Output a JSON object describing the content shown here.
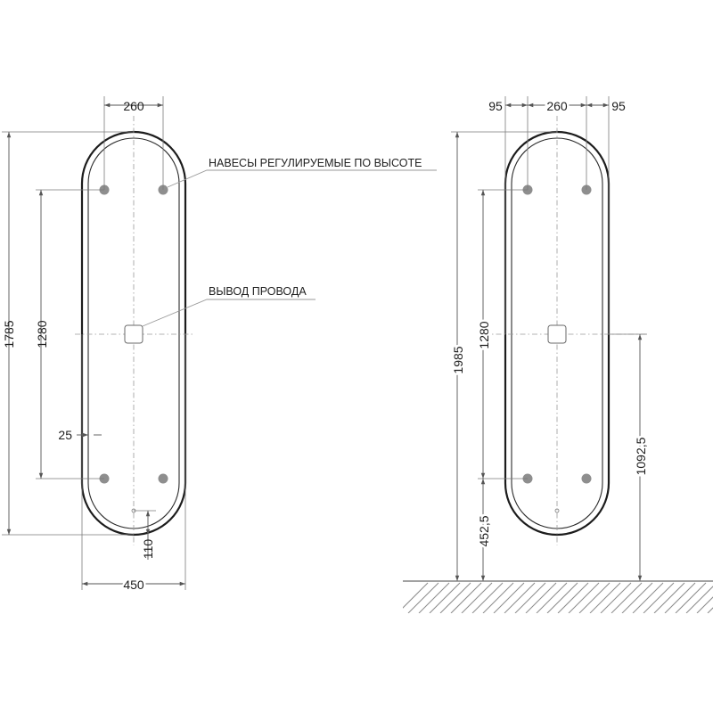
{
  "left_view": {
    "dim_spacing_width": "260",
    "dim_overall_height": "1785",
    "dim_mount_spacing": "1280",
    "dim_frame_offset": "25",
    "dim_bottom_offset": "110",
    "dim_overall_width": "450"
  },
  "right_view": {
    "dim_side_left": "95",
    "dim_spacing_width": "260",
    "dim_side_right": "95",
    "dim_floor_to_top": "1985",
    "dim_mount_spacing": "1280",
    "dim_floor_to_bottom_mount": "452,5",
    "dim_floor_to_wire": "1092,5"
  },
  "labels": {
    "hinges_note": "НАВЕСЫ РЕГУЛИРУЕМЫЕ ПО ВЫСОТЕ",
    "wire_note": "ВЫВОД ПРОВОДА"
  }
}
